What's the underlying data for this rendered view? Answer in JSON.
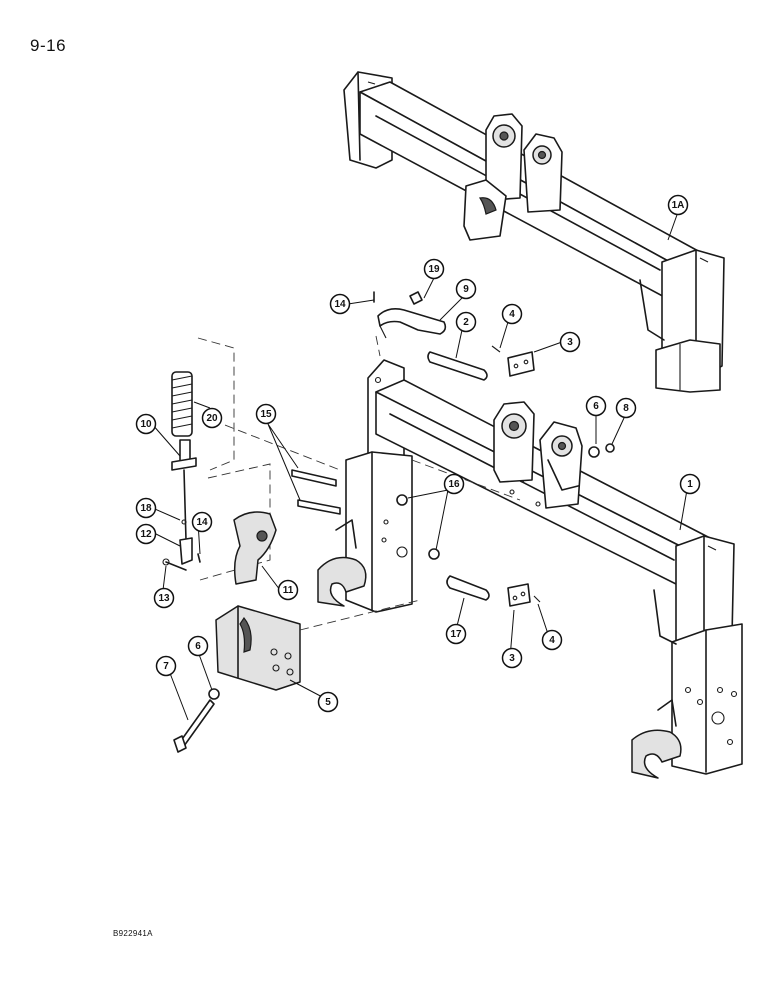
{
  "page_number": "9-16",
  "figure_code": "B922941A",
  "callouts": [
    {
      "label": "1A"
    },
    {
      "label": "19"
    },
    {
      "label": "14"
    },
    {
      "label": "9"
    },
    {
      "label": "2"
    },
    {
      "label": "4"
    },
    {
      "label": "3"
    },
    {
      "label": "20"
    },
    {
      "label": "15"
    },
    {
      "label": "10"
    },
    {
      "label": "6"
    },
    {
      "label": "8"
    },
    {
      "label": "16"
    },
    {
      "label": "1"
    },
    {
      "label": "18"
    },
    {
      "label": "14"
    },
    {
      "label": "12"
    },
    {
      "label": "11"
    },
    {
      "label": "13"
    },
    {
      "label": "17"
    },
    {
      "label": "3"
    },
    {
      "label": "4"
    },
    {
      "label": "7"
    },
    {
      "label": "6"
    },
    {
      "label": "5"
    }
  ]
}
